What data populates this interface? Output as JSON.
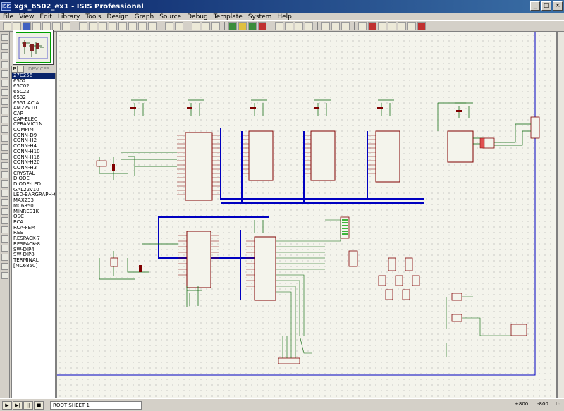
{
  "window": {
    "title": "xgs_6502_ex1 - ISIS Professional",
    "icon_text": "ISIS"
  },
  "menu": [
    "File",
    "View",
    "Edit",
    "Library",
    "Tools",
    "Design",
    "Graph",
    "Source",
    "Debug",
    "Template",
    "System",
    "Help"
  ],
  "picker": {
    "p_label": "P",
    "l_label": "L",
    "header": "DEVICES"
  },
  "devices": [
    "27C256",
    "6502",
    "65C02",
    "65C22",
    "6532",
    "6551 ACIA",
    "AM22V10",
    "CAP",
    "CAP-ELEC",
    "CERAMIC1N",
    "COMPIM",
    "CONN-D9",
    "CONN-H2",
    "CONN-H4",
    "CONN-H10",
    "CONN-H16",
    "CONN-H20",
    "CONN-H3",
    "CRYSTAL",
    "DIODE",
    "DIODE-LED",
    "GAL22V10",
    "LED-BARGRAPH-GRN",
    "MAX233",
    "MC6850",
    "MINRES1K",
    "OSC",
    "RCA",
    "RCA-FEM",
    "RES",
    "RESPACK-7",
    "RESPACK-8",
    "SW-DIP4",
    "SW-DIP8",
    "TERMINAL",
    "[MC6850]"
  ],
  "status": {
    "sheet": "ROOT SHEET 1",
    "coord_x": "+800",
    "coord_y": "-800",
    "unit": "th"
  },
  "colors": {
    "wire": "#006000",
    "bus": "#0000c0",
    "part": "#800000",
    "sheet_border": "#0000c0"
  }
}
